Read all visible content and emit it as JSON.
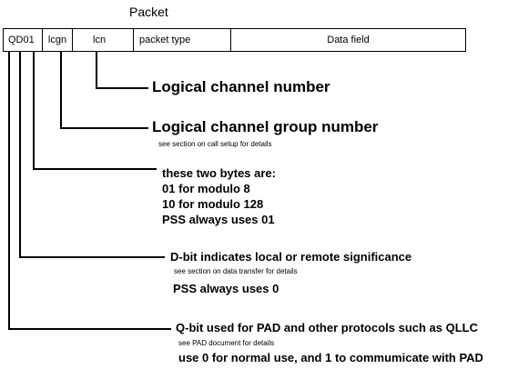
{
  "title": "Packet",
  "fields": {
    "qd01": "QD01",
    "lcgn": "lcgn",
    "lcn": "lcn",
    "packet_type": "packet type",
    "data_field": "Data field"
  },
  "annotations": {
    "lcn": "Logical channel number",
    "lcgn": "Logical channel group number",
    "lcgn_note": "see section on call setup for details",
    "modulo_1": "these two bytes are:",
    "modulo_2": "01 for modulo 8",
    "modulo_3": "10 for modulo 128",
    "modulo_4": "PSS always uses 01",
    "dbit": "D-bit indicates local or remote significance",
    "dbit_note": "see section on data transfer for details",
    "dbit_pss": "PSS always uses 0",
    "qbit": "Q-bit used for PAD and other protocols such as QLLC",
    "qbit_note": "see PAD document for details",
    "qbit_use": "use 0 for normal use, and 1 to commumicate with PAD"
  }
}
